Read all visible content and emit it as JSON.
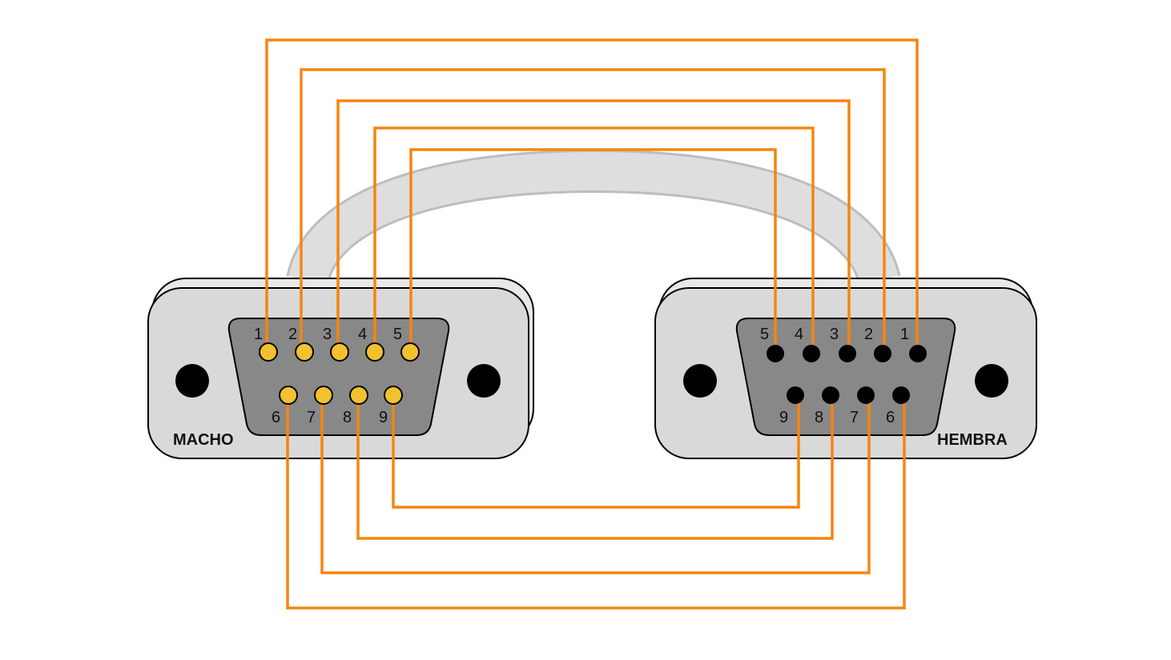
{
  "connectors": {
    "male": {
      "label": "MACHO",
      "pin_color": "#F2C12E",
      "top_row": [
        "1",
        "2",
        "3",
        "4",
        "5"
      ],
      "bottom_row": [
        "6",
        "7",
        "8",
        "9"
      ]
    },
    "female": {
      "label": "HEMBRA",
      "pin_color": "#000000",
      "top_row": [
        "5",
        "4",
        "3",
        "2",
        "1"
      ],
      "bottom_row": [
        "9",
        "8",
        "7",
        "6"
      ]
    }
  },
  "wiring": {
    "color": "#F5850F",
    "connections": [
      [
        "1",
        "1"
      ],
      [
        "2",
        "2"
      ],
      [
        "3",
        "3"
      ],
      [
        "4",
        "4"
      ],
      [
        "5",
        "5"
      ],
      [
        "6",
        "6"
      ],
      [
        "7",
        "7"
      ],
      [
        "8",
        "8"
      ],
      [
        "9",
        "9"
      ]
    ]
  },
  "colors": {
    "shell": "#D9D9D9",
    "face": "#888888",
    "cable": "#DDDDDD",
    "outline": "#000000"
  }
}
